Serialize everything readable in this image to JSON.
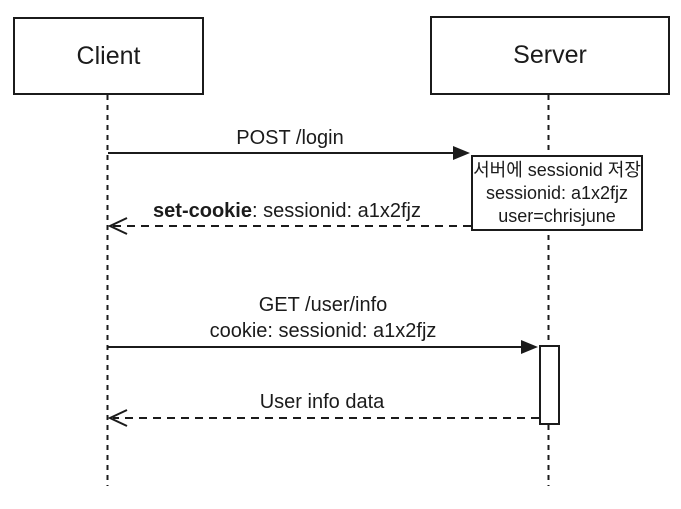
{
  "diagram": {
    "type": "sequence",
    "actors": [
      {
        "id": "client",
        "label": "Client"
      },
      {
        "id": "server",
        "label": "Server"
      }
    ],
    "messages": [
      {
        "from": "Client",
        "to": "Server",
        "line": "solid",
        "label": "POST /login"
      },
      {
        "from": "Server",
        "to": "Client",
        "line": "dashed",
        "label_bold": "set-cookie",
        "label_rest": ": sessionid: a1x2fjz"
      },
      {
        "from": "Client",
        "to": "Server",
        "line": "solid",
        "label_line1": "GET /user/info",
        "label_line2": "cookie: sessionid: a1x2fjz"
      },
      {
        "from": "Server",
        "to": "Client",
        "line": "dashed",
        "label": "User info data"
      }
    ],
    "note": {
      "attached_to": "server",
      "lines": [
        "서버에 sessionid 저장",
        "sessionid: a1x2fjz",
        "user=chrisjune"
      ]
    },
    "colors": {
      "stroke": "#1b1b1b",
      "background": "#ffffff"
    }
  }
}
